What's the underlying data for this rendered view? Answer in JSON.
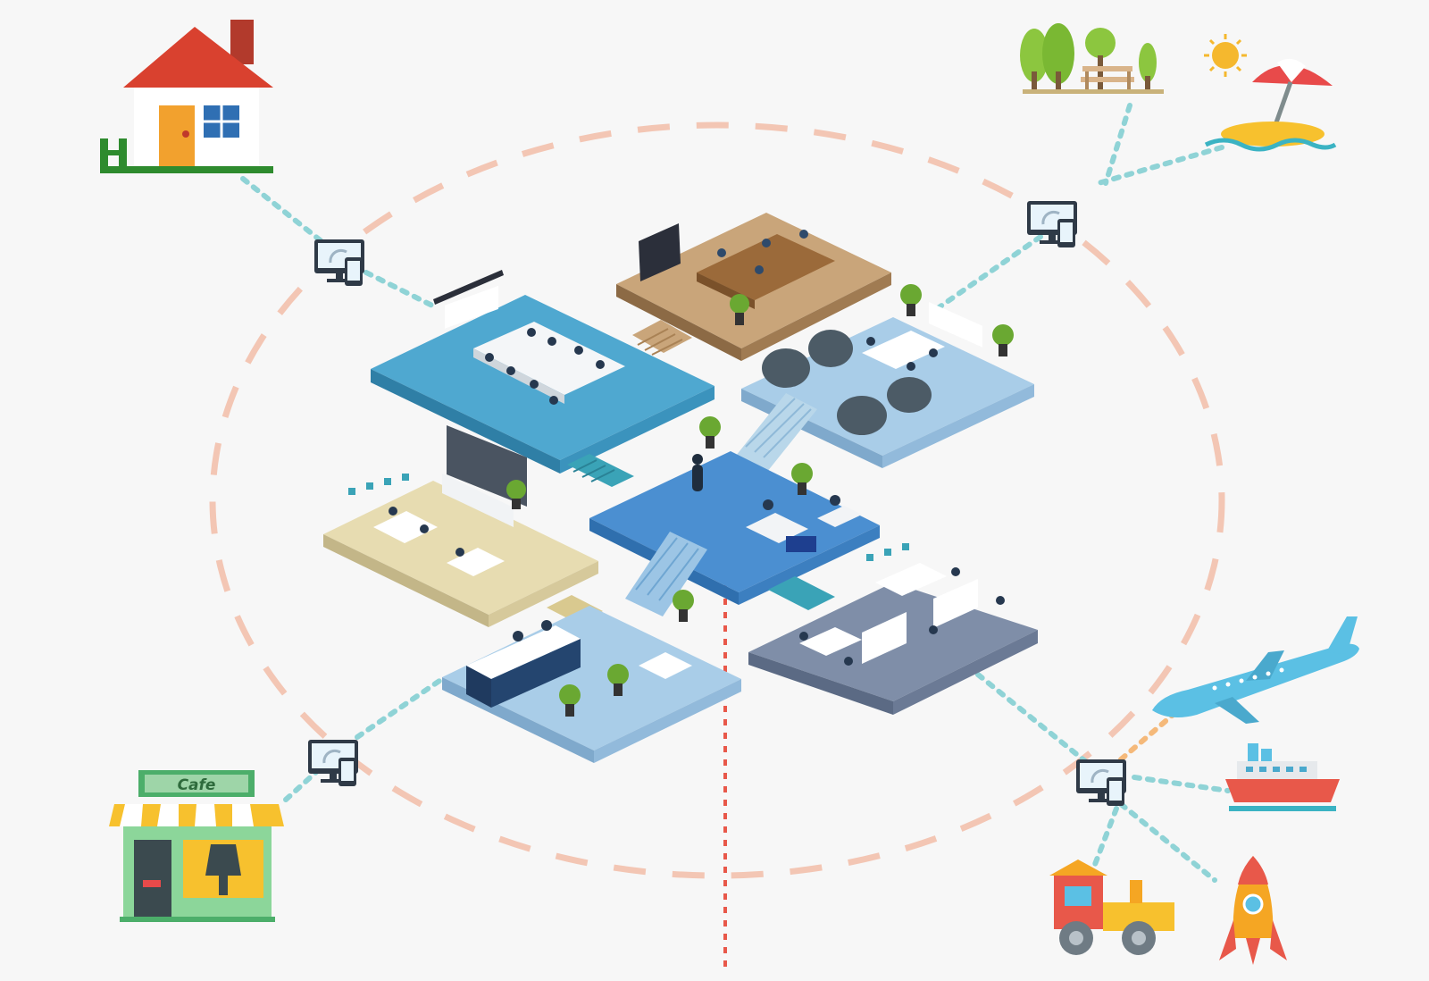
{
  "colors": {
    "background": "#f7f7f7",
    "ring": "#f3c6b4",
    "connector": "#8fd3d6",
    "vertical_line": "#e8584a",
    "platform_blue": "#4fa8d0",
    "platform_center": "#4b8fd1",
    "platform_light": "#a9cde8",
    "platform_sand": "#e7dcb1",
    "platform_wood": "#b08a5e",
    "platform_slate": "#7f8ea8"
  },
  "diagram": {
    "center": "isometric-office-building",
    "rooms": [
      {
        "name": "board-room",
        "icon": "conference-table-icon"
      },
      {
        "name": "meeting-room",
        "icon": "meeting-table-icon"
      },
      {
        "name": "lounge",
        "icon": "bean-bag-icon"
      },
      {
        "name": "atrium",
        "icon": "escalator-icon"
      },
      {
        "name": "open-desks",
        "icon": "desk-icon"
      },
      {
        "name": "reception",
        "icon": "reception-desk-icon"
      },
      {
        "name": "workstations",
        "icon": "cubicle-icon"
      }
    ],
    "remote_locations": [
      {
        "name": "home",
        "icon": "house-icon"
      },
      {
        "name": "park",
        "icon": "park-icon"
      },
      {
        "name": "beach",
        "icon": "beach-umbrella-icon"
      },
      {
        "name": "cafe",
        "icon": "cafe-storefront-icon"
      },
      {
        "name": "airplane",
        "icon": "airplane-icon"
      },
      {
        "name": "ship",
        "icon": "ship-icon"
      },
      {
        "name": "toy-train",
        "icon": "toy-train-icon"
      },
      {
        "name": "rocket",
        "icon": "rocket-icon"
      }
    ],
    "devices": [
      {
        "name": "device-home",
        "icon": "monitor-phone-icon"
      },
      {
        "name": "device-outdoor",
        "icon": "monitor-phone-icon"
      },
      {
        "name": "device-cafe",
        "icon": "monitor-phone-icon"
      },
      {
        "name": "device-travel",
        "icon": "monitor-phone-icon"
      }
    ]
  },
  "cafe_sign": "Cafe"
}
